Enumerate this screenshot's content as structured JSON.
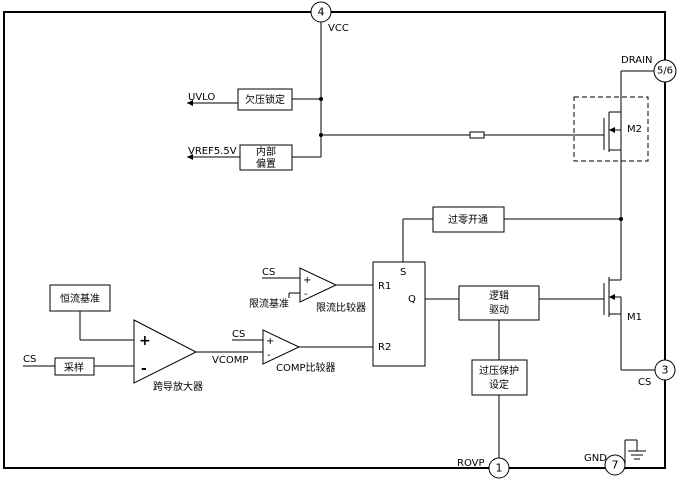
{
  "pins": {
    "vcc": {
      "num": "4",
      "label": "VCC"
    },
    "drain": {
      "num": "5/6",
      "label": "DRAIN"
    },
    "cs": {
      "num": "3",
      "label": "CS"
    },
    "rovp": {
      "num": "1",
      "label": "ROVP"
    },
    "gnd": {
      "num": "7",
      "label": "GND"
    }
  },
  "blocks": {
    "uvlo_box": "欠压锁定",
    "bias_box_l1": "内部",
    "bias_box_l2": "偏置",
    "zero_cross": "过零开通",
    "logic_l1": "逻辑",
    "logic_l2": "驱动",
    "ovp_l1": "过压保护",
    "ovp_l2": "设定",
    "const_ref": "恒流基准",
    "sample": "采样"
  },
  "signals": {
    "uvlo": "UVLO",
    "vref": "VREF5.5V",
    "cs_in": "CS",
    "cs_limit": "CS",
    "cs_comp": "CS",
    "vcomp": "VCOMP",
    "limit_ref": "限流基准",
    "limit_comp": "限流比较器",
    "comp_comp": "COMP比较器",
    "amp": "跨导放大器",
    "m1": "M1",
    "m2": "M2"
  },
  "ff": {
    "s": "S",
    "r1": "R1",
    "r2": "R2",
    "q": "Q"
  },
  "signs": {
    "plus": "+",
    "minus": "-"
  }
}
